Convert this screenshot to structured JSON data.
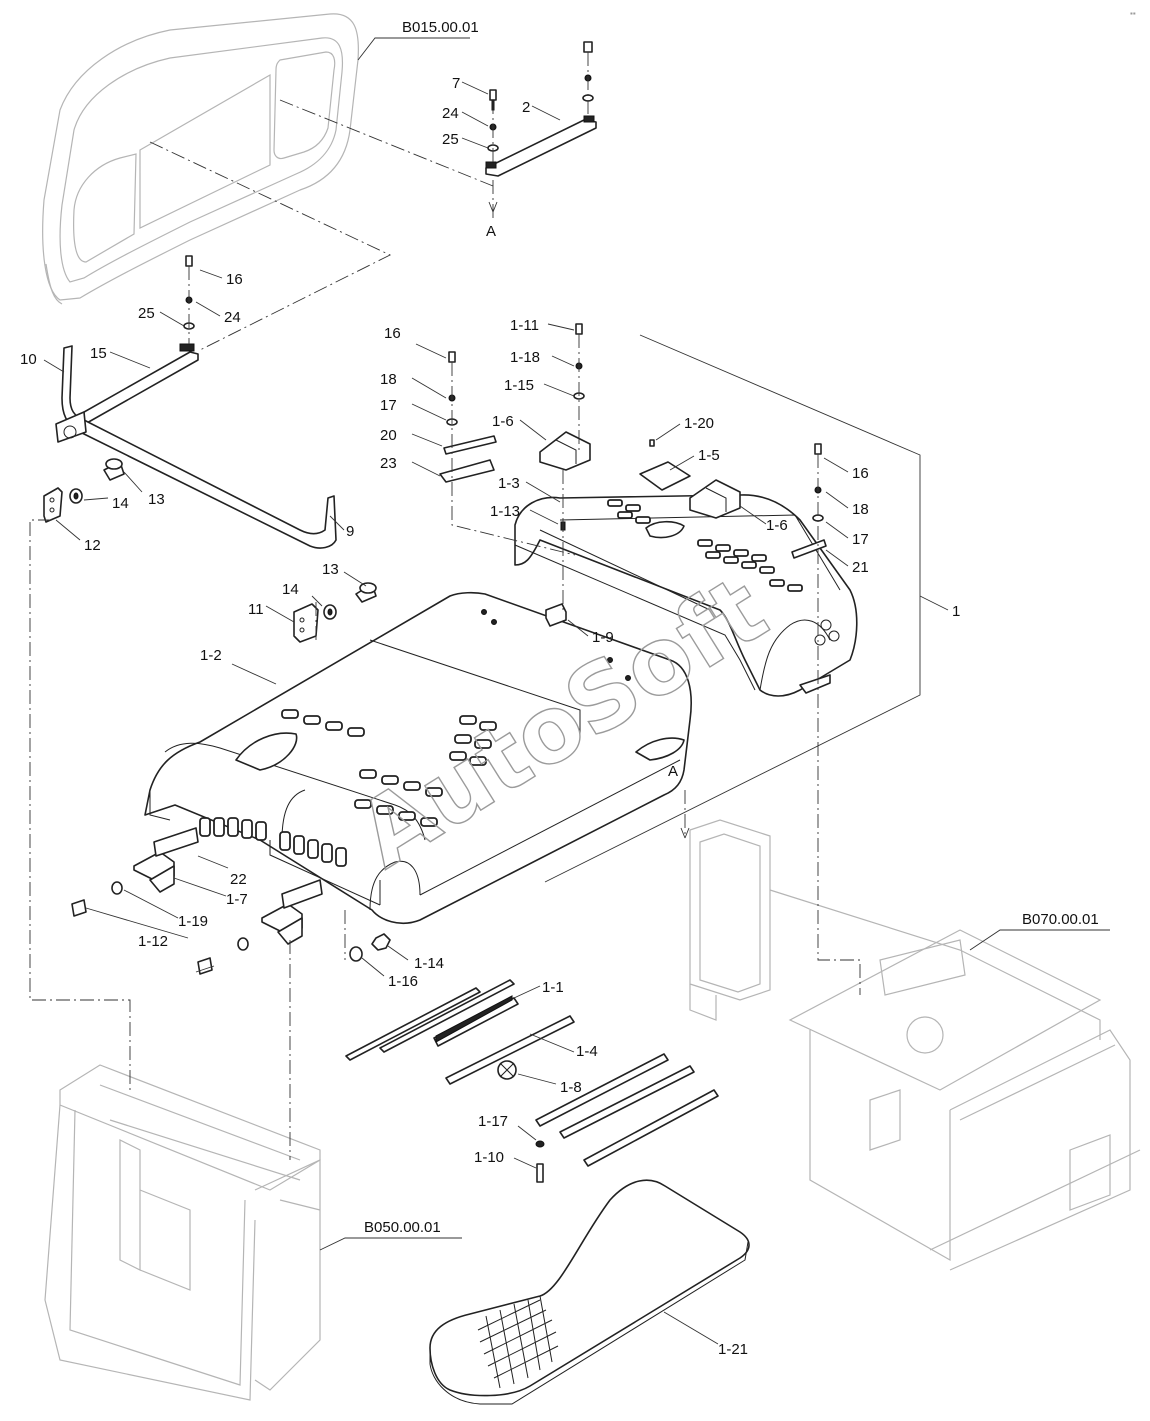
{
  "watermark": "AutoSoft",
  "references": [
    {
      "id": "ref-b015",
      "text": "B015.00.01"
    },
    {
      "id": "ref-b070",
      "text": "B070.00.01"
    },
    {
      "id": "ref-b050",
      "text": "B050.00.01"
    }
  ],
  "callouts": [
    {
      "id": "c1",
      "text": "7"
    },
    {
      "id": "c2",
      "text": "24"
    },
    {
      "id": "c3",
      "text": "25"
    },
    {
      "id": "c4",
      "text": "2"
    },
    {
      "id": "c5",
      "text": "A"
    },
    {
      "id": "c6",
      "text": "16"
    },
    {
      "id": "c7",
      "text": "25"
    },
    {
      "id": "c8",
      "text": "24"
    },
    {
      "id": "c9",
      "text": "10"
    },
    {
      "id": "c10",
      "text": "15"
    },
    {
      "id": "c11",
      "text": "13"
    },
    {
      "id": "c12",
      "text": "14"
    },
    {
      "id": "c13",
      "text": "12"
    },
    {
      "id": "c14",
      "text": "9"
    },
    {
      "id": "c15",
      "text": "13"
    },
    {
      "id": "c16",
      "text": "14"
    },
    {
      "id": "c17",
      "text": "11"
    },
    {
      "id": "c18",
      "text": "1-2"
    },
    {
      "id": "c19",
      "text": "16"
    },
    {
      "id": "c20",
      "text": "18"
    },
    {
      "id": "c21",
      "text": "17"
    },
    {
      "id": "c22",
      "text": "20"
    },
    {
      "id": "c23",
      "text": "23"
    },
    {
      "id": "c24",
      "text": "1-11"
    },
    {
      "id": "c25",
      "text": "1-18"
    },
    {
      "id": "c26",
      "text": "1-15"
    },
    {
      "id": "c27",
      "text": "1-6"
    },
    {
      "id": "c28",
      "text": "1-20"
    },
    {
      "id": "c29",
      "text": "1-5"
    },
    {
      "id": "c30",
      "text": "1-3"
    },
    {
      "id": "c31",
      "text": "1-13"
    },
    {
      "id": "c32",
      "text": "1-6"
    },
    {
      "id": "c33",
      "text": "16"
    },
    {
      "id": "c34",
      "text": "18"
    },
    {
      "id": "c35",
      "text": "17"
    },
    {
      "id": "c36",
      "text": "21"
    },
    {
      "id": "c37",
      "text": "1"
    },
    {
      "id": "c38",
      "text": "1-9"
    },
    {
      "id": "c39",
      "text": "A"
    },
    {
      "id": "c40",
      "text": "22"
    },
    {
      "id": "c41",
      "text": "1-7"
    },
    {
      "id": "c42",
      "text": "1-19"
    },
    {
      "id": "c43",
      "text": "1-12"
    },
    {
      "id": "c44",
      "text": "1-14"
    },
    {
      "id": "c45",
      "text": "1-16"
    },
    {
      "id": "c46",
      "text": "1-1"
    },
    {
      "id": "c47",
      "text": "1-4"
    },
    {
      "id": "c48",
      "text": "1-8"
    },
    {
      "id": "c49",
      "text": "1-17"
    },
    {
      "id": "c50",
      "text": "1-10"
    },
    {
      "id": "c51",
      "text": "1-21"
    }
  ]
}
